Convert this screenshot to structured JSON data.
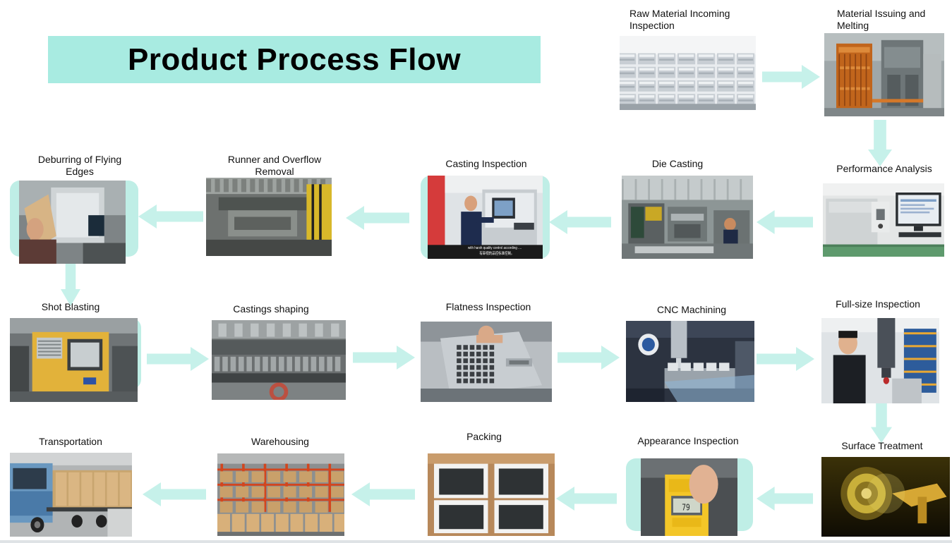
{
  "title": "Product Process Flow",
  "steps": [
    {
      "id": "raw",
      "label": "Raw Material Incoming\nInspection",
      "icon": "aluminum-ingot-stacks-photo"
    },
    {
      "id": "melting",
      "label": "Material Issuing and\nMelting",
      "icon": "melting-furnace-photo"
    },
    {
      "id": "perf",
      "label": "Performance Analysis",
      "icon": "spectrometer-photo"
    },
    {
      "id": "die",
      "label": "Die Casting",
      "icon": "die-casting-machine-photo"
    },
    {
      "id": "cast",
      "label": "Casting Inspection",
      "icon": "inspection-terminal-photo"
    },
    {
      "id": "runner",
      "label": "Runner and Overflow\nRemoval",
      "icon": "trimming-press-photo"
    },
    {
      "id": "deburr",
      "label": "Deburring of Flying\nEdges",
      "icon": "deburring-photo"
    },
    {
      "id": "shot",
      "label": "Shot Blasting",
      "icon": "shot-blasting-machine-photo"
    },
    {
      "id": "shaping",
      "label": "Castings shaping",
      "icon": "shaping-press-photo"
    },
    {
      "id": "flat",
      "label": "Flatness Inspection",
      "icon": "flatness-gauge-photo"
    },
    {
      "id": "cnc",
      "label": "CNC Machining",
      "icon": "cnc-machine-photo"
    },
    {
      "id": "fullsize",
      "label": "Full-size Inspection",
      "icon": "cmm-inspection-photo"
    },
    {
      "id": "surface",
      "label": "Surface Treatment",
      "icon": "powder-coating-photo"
    },
    {
      "id": "appear",
      "label": "Appearance Inspection",
      "icon": "thickness-gauge-photo"
    },
    {
      "id": "packing",
      "label": "Packing",
      "icon": "packed-boxes-photo"
    },
    {
      "id": "warehouse",
      "label": "Warehousing",
      "icon": "warehouse-racks-photo"
    },
    {
      "id": "transport",
      "label": "Transportation",
      "icon": "truck-photo"
    }
  ],
  "photo_text": {
    "cast_caption_1": "with harsh quality control according ....",
    "cast_caption_2": "有审视的品控标准控制。",
    "gauge_reading": "79"
  },
  "colors": {
    "title_band": "#a8ebe1",
    "arrow": "#c6f1ea",
    "halo": "#bfeee6"
  }
}
